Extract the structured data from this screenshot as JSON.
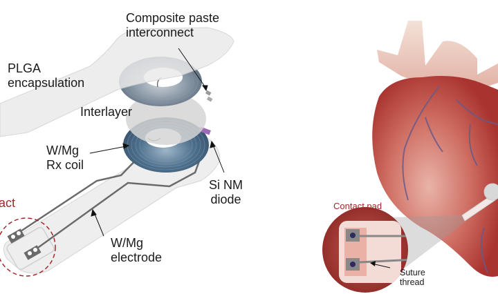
{
  "left_panel": {
    "labels": {
      "composite_paste": [
        "Composite paste",
        "interconnect"
      ],
      "plga": [
        "PLGA",
        "encapsulation"
      ],
      "interlayer": "Interlayer",
      "rx_coil": [
        "W/Mg",
        "Rx coil"
      ],
      "diode": [
        "Si NM",
        "diode"
      ],
      "electrode": [
        "W/Mg",
        "electrode"
      ],
      "contact_partial": "act"
    }
  },
  "right_panel": {
    "labels": {
      "contact_pad": "Contact pad",
      "suture": [
        "Suture",
        "thread"
      ]
    }
  },
  "colors": {
    "contact_red": "#a0262a",
    "diode_purple": "#9b6bb5",
    "coil_blue": "#4d6f8c",
    "heart_red": "#b8453f",
    "vessel_purple": "#6a5a86"
  }
}
